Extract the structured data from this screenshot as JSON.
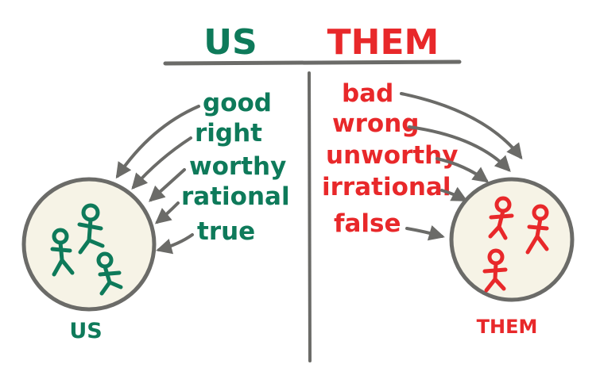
{
  "header": {
    "left_title": "US",
    "right_title": "THEM"
  },
  "columns": {
    "us_words": [
      "good",
      "right",
      "worthy",
      "rational",
      "true"
    ],
    "them_words": [
      "bad",
      "wrong",
      "unworthy",
      "irrational",
      "false"
    ]
  },
  "groups": {
    "us_label": "US",
    "them_label": "THEM"
  },
  "colors": {
    "us": "#0e7a5a",
    "them": "#e8282a",
    "line": "#6b6b68",
    "circle_fill": "#f6f3e6"
  }
}
